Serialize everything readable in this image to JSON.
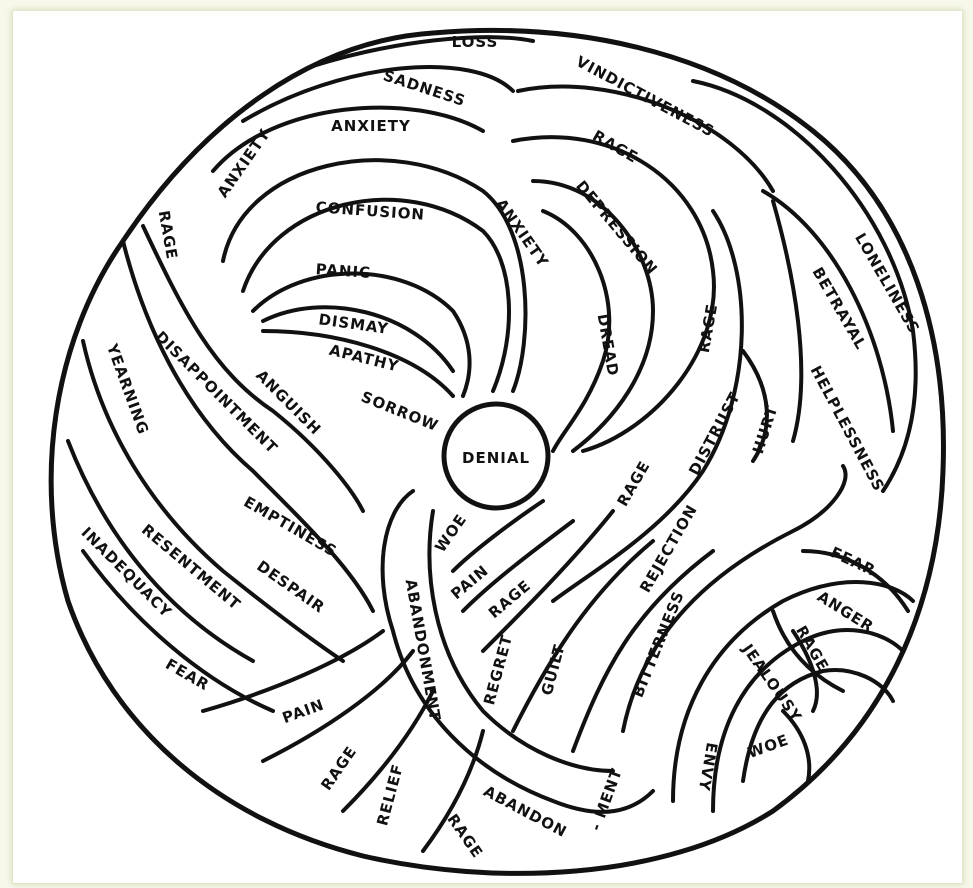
{
  "diagram": {
    "center_label": "DENIAL",
    "labels": {
      "loss": "LOSS",
      "sadness": "SADNESS",
      "vindictiveness": "VINDICTIVENESS",
      "anxiety_top": "ANXIETY",
      "anxiety_left": "ANXIETY",
      "anxiety_mid": "ANXIETY",
      "rage_top": "RAGE",
      "rage_left": "RAGE",
      "confusion": "CONFUSION",
      "depression": "DEPRESSION",
      "loneliness": "LONELINESS",
      "betrayal": "BETRAYAL",
      "panic": "PANIC",
      "dismay": "DISMAY",
      "apathy": "APATHY",
      "sorrow": "SORROW",
      "dread": "DREAD",
      "rage_right": "RAGE",
      "yearning": "YEARNING",
      "disappointment": "DISAPPOINTMENT",
      "anguish": "ANGUISH",
      "helplessness": "HELPLESSNESS",
      "distrust": "DISTRUST",
      "hurt": "HURT",
      "rage_mid": "RAGE",
      "emptiness": "EMPTINESS",
      "woe_center": "WOE",
      "pain_center": "PAIN",
      "rage_center": "RAGE",
      "rejection": "REJECTION",
      "resentment": "RESENTMENT",
      "inadequacy": "INADEQUACY",
      "despair": "DESPAIR",
      "abandonment": "ABANDONMENT",
      "fear_right": "FEAR",
      "anger": "ANGER",
      "bitterness": "BITTERNESS",
      "regret": "REGRET",
      "guilt": "GUILT",
      "rage_inner": "RAGE",
      "jealousy": "JEALOUSY",
      "fear_left": "FEAR",
      "pain_bottom": "PAIN",
      "woe_right": "WOE",
      "envy": "ENVY",
      "rage_bottom": "RAGE",
      "relief": "RELIEF",
      "abandon": "ABANDON",
      "ment": "- MENT",
      "rage_bottom2": "RAGE"
    }
  }
}
